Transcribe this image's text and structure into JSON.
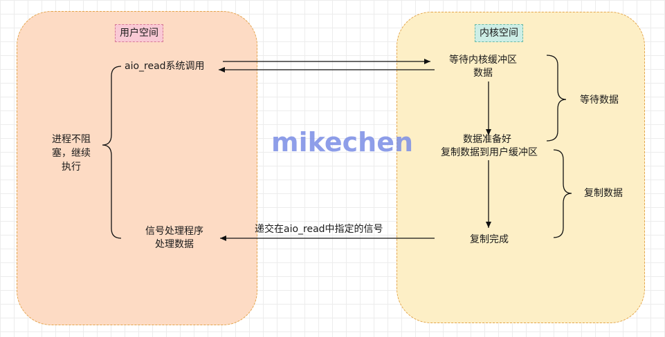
{
  "user_space": {
    "label": "用户空间"
  },
  "kernel_space": {
    "label": "内核空间"
  },
  "user_steps": {
    "syscall": "aio_read系统调用",
    "continue_line1": "进程不阻",
    "continue_line2": "塞，继续",
    "continue_line3": "执行",
    "handler_line1": "信号处理程序",
    "handler_line2": "处理数据"
  },
  "kernel_steps": {
    "wait_line1": "等待内核缓冲区",
    "wait_line2": "数据",
    "ready": "数据准备好",
    "copy": "复制数据到用户缓冲区",
    "done": "复制完成"
  },
  "phases": {
    "waiting": "等待数据",
    "copying": "复制数据"
  },
  "signal_label": "递交在aio_read中指定的信号",
  "watermark": "mikechen",
  "colors": {
    "user_fill": "#fddbc4",
    "kernel_fill": "#fdefc6",
    "user_tag_fill": "#f9c9d5",
    "kernel_tag_fill": "#cdeee6",
    "watermark": "#7b8ee6"
  }
}
